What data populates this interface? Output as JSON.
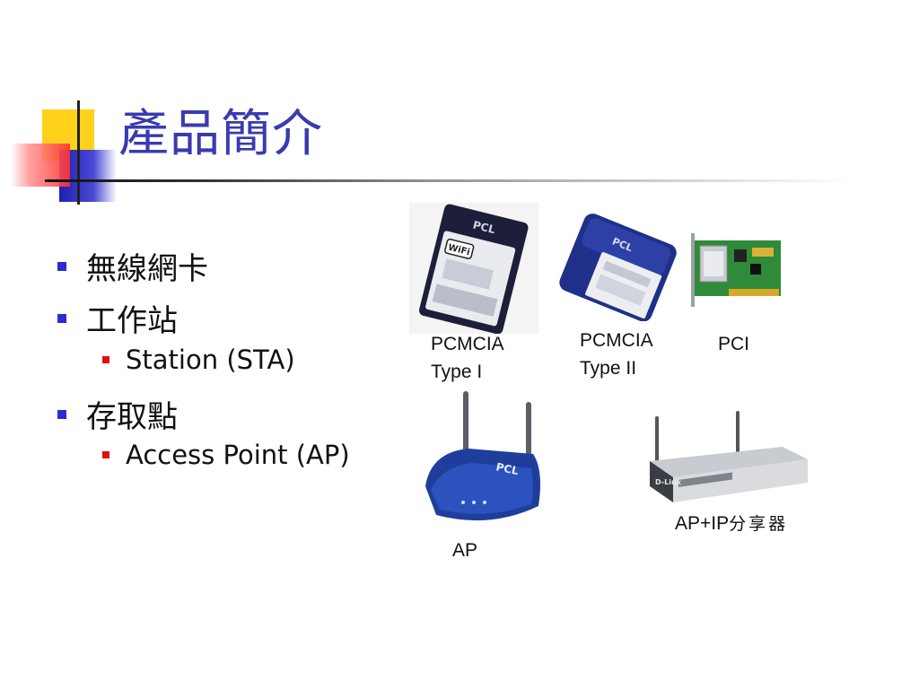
{
  "slide": {
    "title": "產品簡介",
    "bullets": [
      {
        "level": 1,
        "text": "無線網卡"
      },
      {
        "level": 1,
        "text": "工作站"
      },
      {
        "level": 2,
        "text": "Station (STA)"
      },
      {
        "level": 1,
        "text": "存取點"
      },
      {
        "level": 2,
        "text": "Access Point (AP)"
      }
    ],
    "images": [
      {
        "name": "pcmcia-type1-card",
        "caption_line1": "PCMCIA",
        "caption_line2": "Type I",
        "logo": "PCL",
        "badge": "WiFi"
      },
      {
        "name": "pcmcia-type2-card",
        "caption_line1": "PCMCIA",
        "caption_line2": "Type II",
        "logo": "PCL"
      },
      {
        "name": "pci-card",
        "caption": "PCI"
      },
      {
        "name": "access-point",
        "caption": "AP",
        "logo": "PCL"
      },
      {
        "name": "router",
        "caption_prefix": "AP+IP",
        "caption_suffix": "分享器",
        "logo": "D-Link"
      }
    ]
  },
  "colors": {
    "title": "#3a3ab0",
    "bullet_l1": "#2b2bd0",
    "bullet_l2": "#e01010",
    "accent_yellow": "#ffd11a"
  }
}
